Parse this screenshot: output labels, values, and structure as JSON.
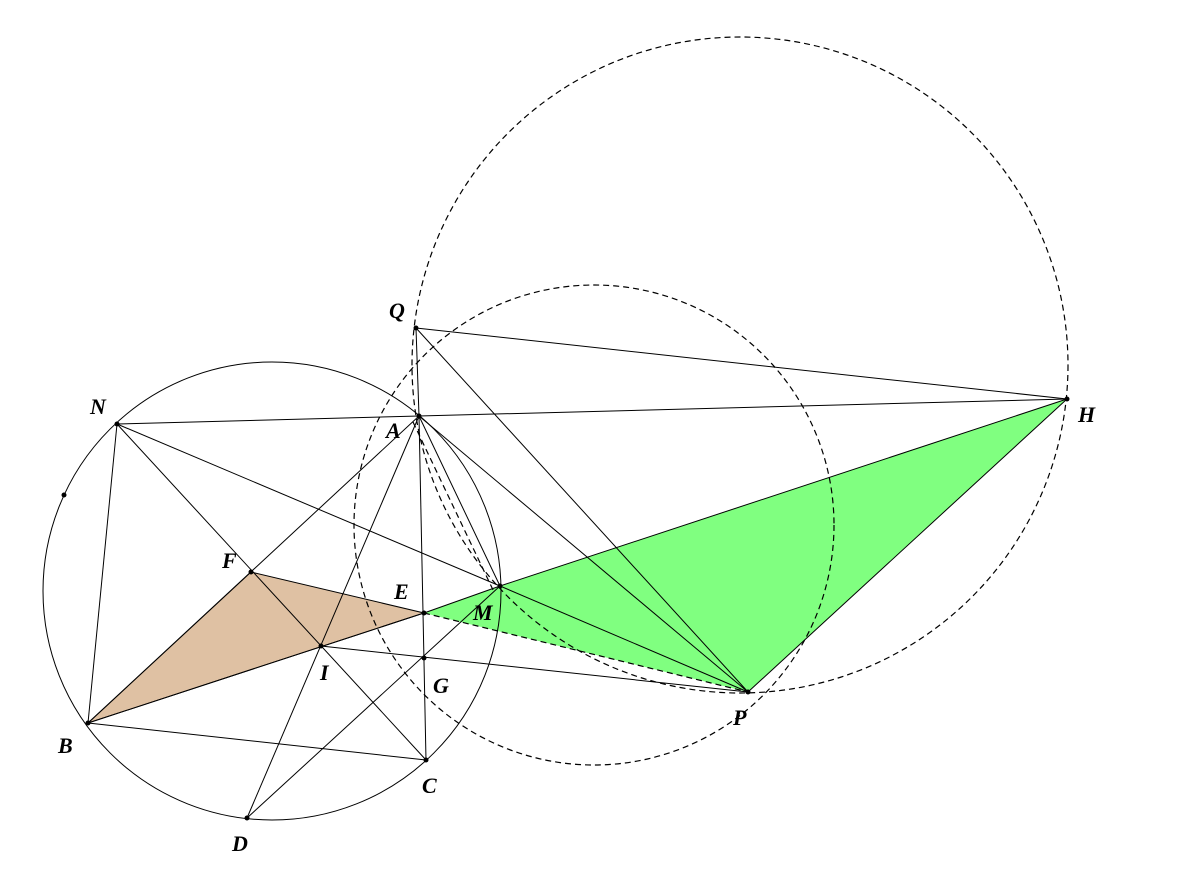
{
  "colors": {
    "green_fill": "#80ff80",
    "tan_fill": "#dfc1a3",
    "stroke": "#000000",
    "background": "#ffffff"
  },
  "labels": {
    "A": "A",
    "B": "B",
    "C": "C",
    "D": "D",
    "E": "E",
    "F": "F",
    "G": "G",
    "H": "H",
    "I": "I",
    "M": "M",
    "N": "N",
    "P": "P",
    "Q": "Q"
  }
}
